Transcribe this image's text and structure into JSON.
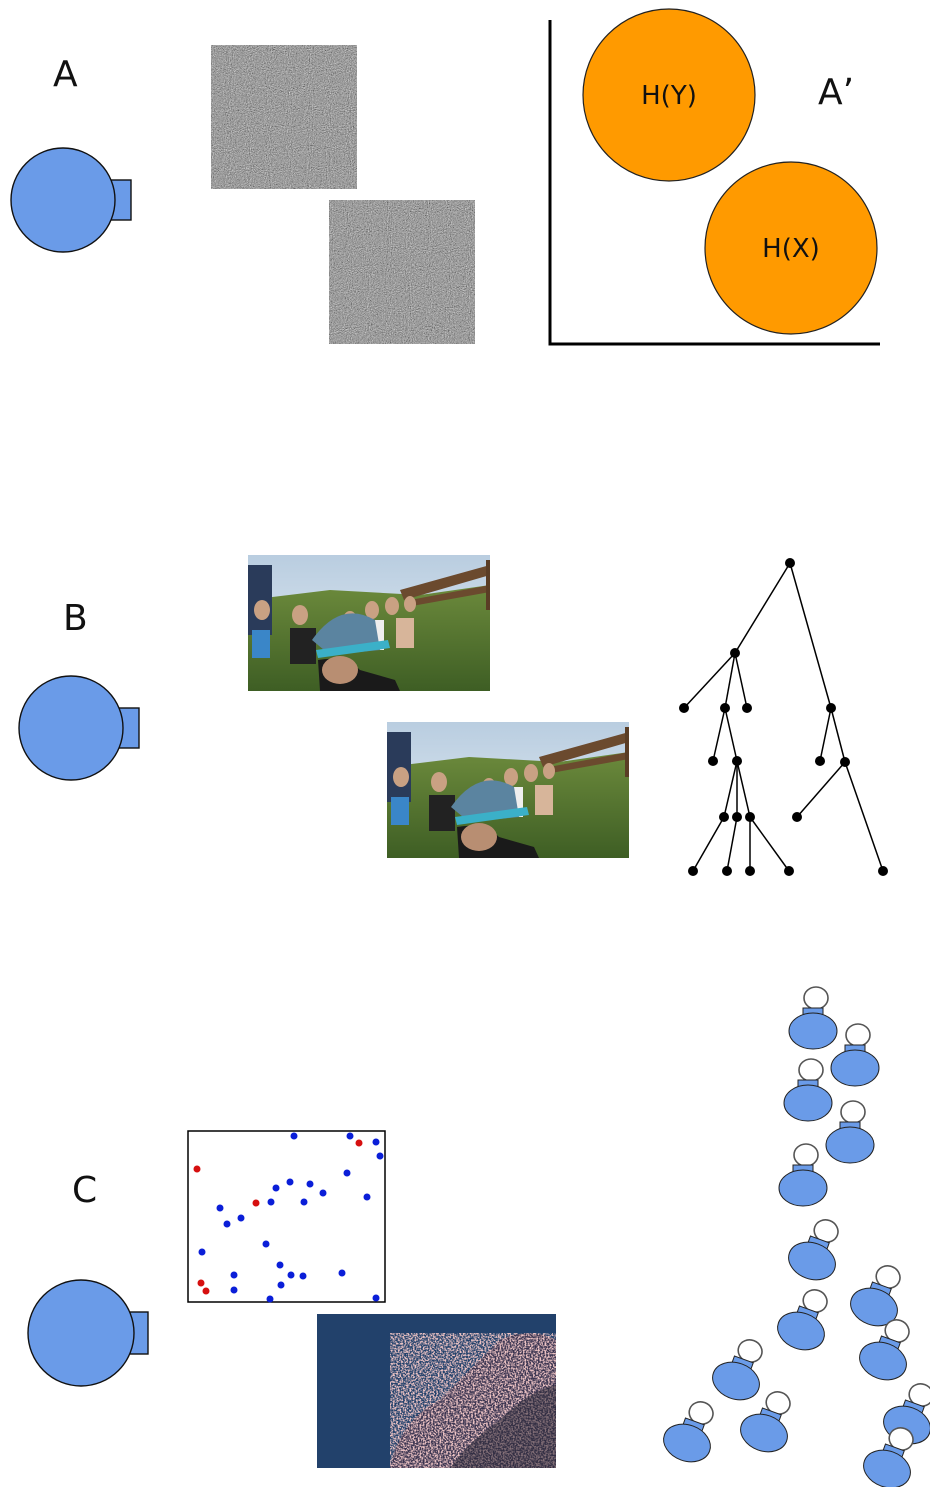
{
  "labels": {
    "panel_a": "A",
    "panel_a_prime": "A’",
    "panel_b": "B",
    "panel_c": "C",
    "entropy_y": "H(Y)",
    "entropy_x": "H(X)"
  },
  "colors": {
    "agent_blue": "#6a9be8",
    "entropy_orange": "#ff9a00",
    "tree_black": "#000000",
    "scatter_blue": "#0a1ed8",
    "scatter_red": "#d60f0f",
    "dark_panel": "#22416b"
  },
  "icons": {
    "agent": "round-flask-icon",
    "noise_image": "static-noise-image",
    "photo": "running-crowd-photo",
    "tree": "hierarchy-tree",
    "flask_cluster": "flask-node-tree"
  }
}
